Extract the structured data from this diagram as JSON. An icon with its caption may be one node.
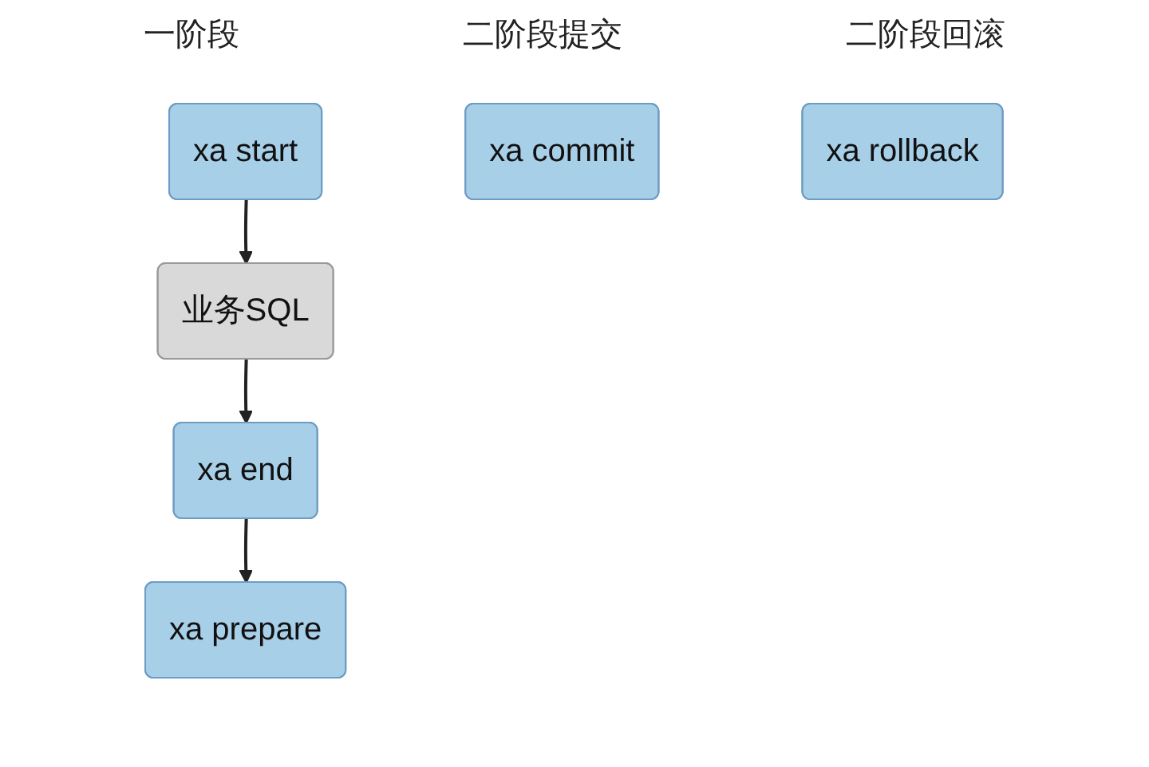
{
  "diagram": {
    "nodes": [
      {
        "text": [
          "xa start"
        ]
      },
      {
        "text": [
          "业务SQL"
        ]
      },
      {
        "text": [
          "xa end"
        ]
      },
      {
        "text": [
          "xa prepare"
        ]
      },
      {
        "text": [
          "xa commit"
        ]
      },
      {
        "text": [
          "xa rollback"
        ]
      }
    ],
    "edges": [
      {
        "from": 0,
        "to": 1,
        "arrow": "to"
      },
      {
        "from": 1,
        "to": 2,
        "arrow": "to"
      },
      {
        "from": 2,
        "to": 3,
        "arrow": "to"
      }
    ],
    "labels": [
      "一阶段",
      "二阶段提交",
      "二阶段回滚"
    ]
  }
}
